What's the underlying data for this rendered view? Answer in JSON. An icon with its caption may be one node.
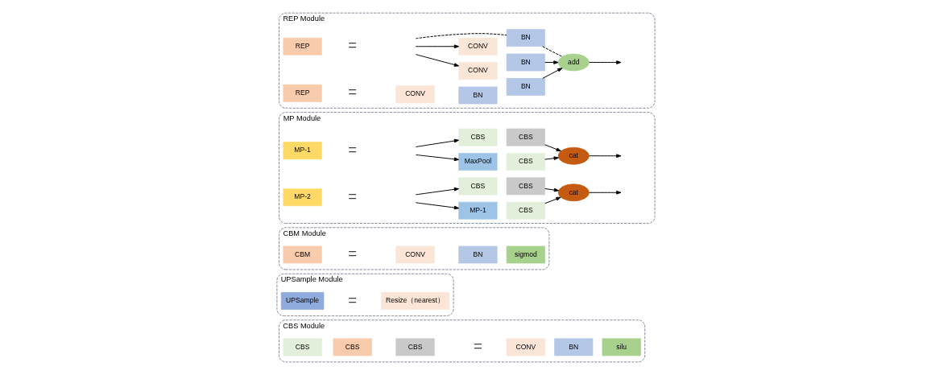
{
  "diagram": {
    "nodes": [
      {
        "text": [
          "CBS Module"
        ]
      },
      {
        "text": [
          "CBS"
        ],
        "in": 0
      },
      {
        "text": [
          "CBS"
        ],
        "in": 0
      },
      {
        "text": [
          "CBS"
        ],
        "in": 0
      },
      {
        "text": [
          "CONV"
        ],
        "in": 0
      },
      {
        "text": [
          "BN"
        ],
        "in": 0
      },
      {
        "text": [
          "silu"
        ],
        "in": 0
      },
      {
        "text": [
          "UPSample Module"
        ]
      },
      {
        "text": [
          "UPSample"
        ],
        "in": 7
      },
      {
        "text": [
          "Resize（nearest）"
        ],
        "in": 7
      },
      {
        "text": [
          "CBM Module"
        ]
      },
      {
        "text": [
          "CBM"
        ],
        "in": 10
      },
      {
        "text": [
          "CONV"
        ],
        "in": 10
      },
      {
        "text": [
          "BN"
        ],
        "in": 10
      },
      {
        "text": [
          "sigmod"
        ],
        "in": 10
      },
      {
        "text": [
          "MP Module"
        ]
      },
      {
        "text": [
          "MP-1"
        ],
        "in": 15
      },
      {
        "text": [
          "MaxPool"
        ],
        "in": 15
      },
      {
        "text": [
          "CBS"
        ],
        "in": 15
      },
      {
        "text": [
          "CBS"
        ],
        "in": 15
      },
      {
        "text": [
          "CBS"
        ],
        "in": 15
      },
      {
        "text": [
          "cat"
        ],
        "in": 15
      },
      {
        "text": [
          "MP-2"
        ],
        "in": 15
      },
      {
        "text": [
          "MP-1"
        ],
        "in": 15
      },
      {
        "text": [
          "CBS"
        ],
        "in": 15
      },
      {
        "text": [
          "CBS"
        ],
        "in": 15
      },
      {
        "text": [
          "CBS"
        ],
        "in": 15
      },
      {
        "text": [
          "cat"
        ],
        "in": 15
      },
      {
        "text": [
          "REP Module"
        ]
      },
      {
        "text": [
          "REP"
        ],
        "in": 28
      },
      {
        "text": [
          "CONV"
        ],
        "in": 28
      },
      {
        "text": [
          "BN"
        ],
        "in": 28
      },
      {
        "text": [
          "CONV"
        ],
        "in": 28
      },
      {
        "text": [
          "BN"
        ],
        "in": 28
      },
      {
        "text": [
          "BN"
        ],
        "in": 28
      },
      {
        "text": [
          "add"
        ],
        "in": 28
      },
      {
        "text": [
          "REP"
        ],
        "in": 28
      },
      {
        "text": [
          "CONV"
        ],
        "in": 28
      },
      {
        "text": [
          "BN"
        ],
        "in": 28
      }
    ],
    "edges": [
      {
        "from": null,
        "to": 30,
        "arrow": "to"
      },
      {
        "from": null,
        "to": 32,
        "arrow": "to"
      },
      {
        "from": null,
        "to": 34,
        "arrow": "none",
        "style": "dashed"
      },
      {
        "from": 31,
        "to": 35,
        "arrow": "to"
      },
      {
        "from": 33,
        "to": 35,
        "arrow": "to"
      },
      {
        "from": 34,
        "to": 35,
        "arrow": "none",
        "style": "dashed"
      },
      {
        "from": 35,
        "to": null,
        "arrow": "to"
      },
      {
        "from": null,
        "to": 17,
        "arrow": "to"
      },
      {
        "from": null,
        "to": 19,
        "arrow": "to"
      },
      {
        "from": 18,
        "to": 21,
        "arrow": "to"
      },
      {
        "from": 20,
        "to": 21,
        "arrow": "to"
      },
      {
        "from": 21,
        "to": null,
        "arrow": "to"
      },
      {
        "from": null,
        "to": 23,
        "arrow": "to"
      },
      {
        "from": null,
        "to": 25,
        "arrow": "to"
      },
      {
        "from": 24,
        "to": 27,
        "arrow": "to"
      },
      {
        "from": 26,
        "to": 27,
        "arrow": "to"
      },
      {
        "from": 27,
        "to": null,
        "arrow": "to"
      }
    ],
    "labels": [
      "=",
      "=",
      "=",
      "=",
      "=",
      "=",
      "="
    ]
  }
}
